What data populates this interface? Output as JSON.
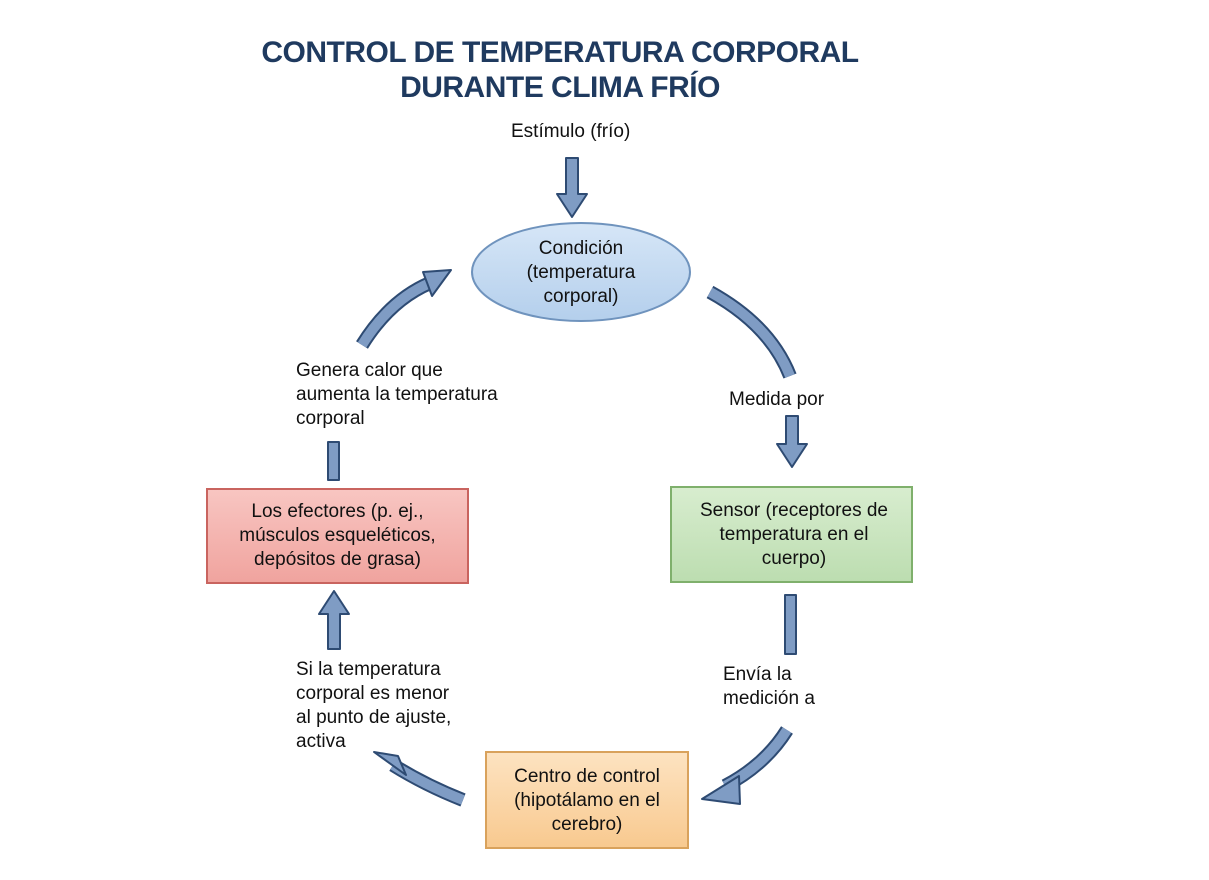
{
  "title": {
    "line1": "CONTROL DE TEMPERATURA CORPORAL",
    "line2": "DURANTE CLIMA FRÍO"
  },
  "nodes": {
    "stimulus": "Estímulo (frío)",
    "condition": [
      "Condición",
      "(temperatura",
      "corporal)"
    ],
    "sensor": [
      "Sensor (receptores de",
      "temperatura en el",
      "cuerpo)"
    ],
    "control_center": [
      "Centro de control",
      "(hipotálamo en el",
      "cerebro)"
    ],
    "effectors": [
      "Los efectores (p. ej.,",
      "músculos esqueléticos,",
      "depósitos de grasa)"
    ]
  },
  "edge_labels": {
    "measured_by": "Medida por",
    "sends": [
      "Envía la",
      "medición a"
    ],
    "activates": [
      "Si la temperatura",
      "corporal es menor",
      "al punto de ajuste,",
      "activa"
    ],
    "generates": [
      "Genera calor que",
      "aumenta la temperatura",
      "corporal"
    ]
  },
  "colors": {
    "title": "#1f3a5f",
    "arrow_fill": "#7f9cc4",
    "arrow_stroke": "#2e4b73",
    "condition_fill": "#c9dcf0",
    "condition_stroke": "#6f93bd",
    "sensor_fill": "#cde6c2",
    "sensor_stroke": "#7fb06c",
    "control_fill": "#fbd9ae",
    "control_stroke": "#d9a25c",
    "effector_fill": "#f5b7b3",
    "effector_stroke": "#c9645f"
  }
}
